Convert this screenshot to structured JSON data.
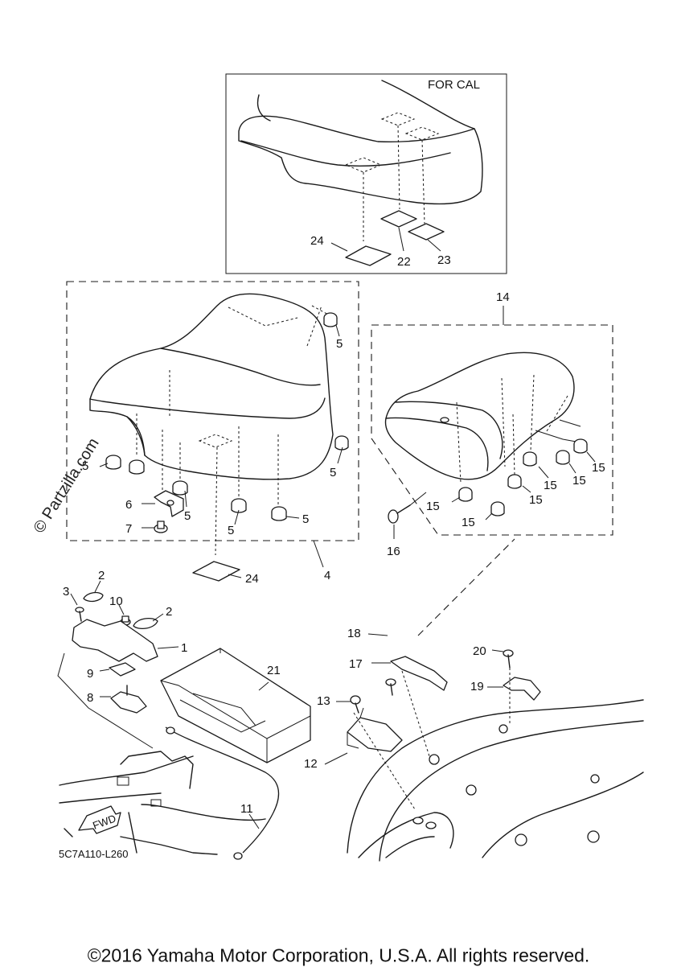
{
  "labels": {
    "inset": "FOR CAL",
    "drawing_code": "5C7A110-L260",
    "fwd": "FWD",
    "watermark": "© Partzilla.com",
    "copyright": "©2016 Yamaha Motor Corporation, U.S.A. All rights reserved."
  },
  "callouts": {
    "n1": "1",
    "n2a": "2",
    "n2b": "2",
    "n3": "3",
    "n4": "4",
    "n5a": "5",
    "n5b": "5",
    "n5c": "5",
    "n5d": "5",
    "n5e": "5",
    "n5f": "5",
    "n6": "6",
    "n7": "7",
    "n8": "8",
    "n9": "9",
    "n10": "10",
    "n11": "11",
    "n12": "12",
    "n13": "13",
    "n14": "14",
    "n15a": "15",
    "n15b": "15",
    "n15c": "15",
    "n15d": "15",
    "n15e": "15",
    "n15f": "15",
    "n16": "16",
    "n17": "17",
    "n18": "18",
    "n19": "19",
    "n20": "20",
    "n21": "21",
    "n22": "22",
    "n23": "23",
    "n24a": "24",
    "n24b": "24"
  }
}
